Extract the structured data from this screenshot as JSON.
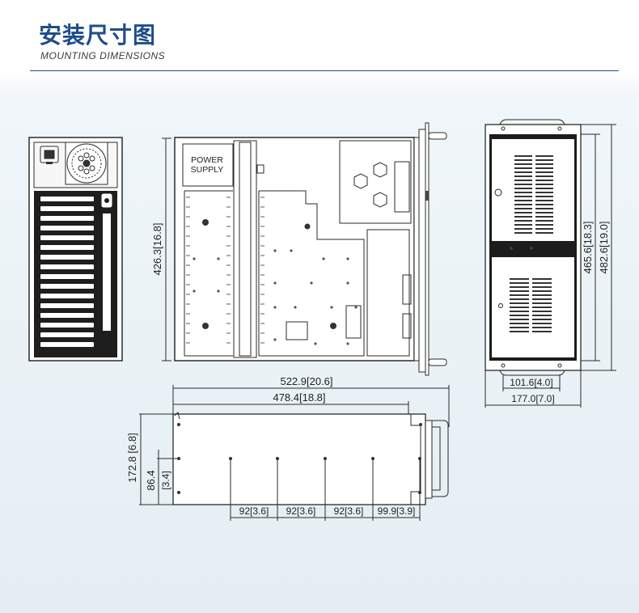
{
  "header": {
    "title_cn": "安装尺寸图",
    "title_en": "MOUNTING  DIMENSIONS"
  },
  "top_view": {
    "psu_label_line1": "POWER",
    "psu_label_line2": "SUPPLY",
    "depth_dim": "426.3[16.8]"
  },
  "front_view": {
    "inner_height_dim": "465.6[18.3]",
    "outer_height_dim": "482.6[19.0]",
    "hole_spacing_dim": "101.6[4.0]",
    "width_dim": "177.0[7.0]"
  },
  "side_view": {
    "overall_length_dim": "522.9[20.6]",
    "body_length_dim": "478.4[18.8]",
    "height_dim": "172.8 [6.8]",
    "hole_height_dim_mm": "86.4",
    "hole_height_dim_in": "[3.4]",
    "spacing_dims": [
      "92[3.6]",
      "92[3.6]",
      "92[3.6]",
      "99.9[3.9]"
    ]
  },
  "colors": {
    "title": "#1f4d8c",
    "line": "#2a2a2a",
    "panel": "#ffffff"
  }
}
